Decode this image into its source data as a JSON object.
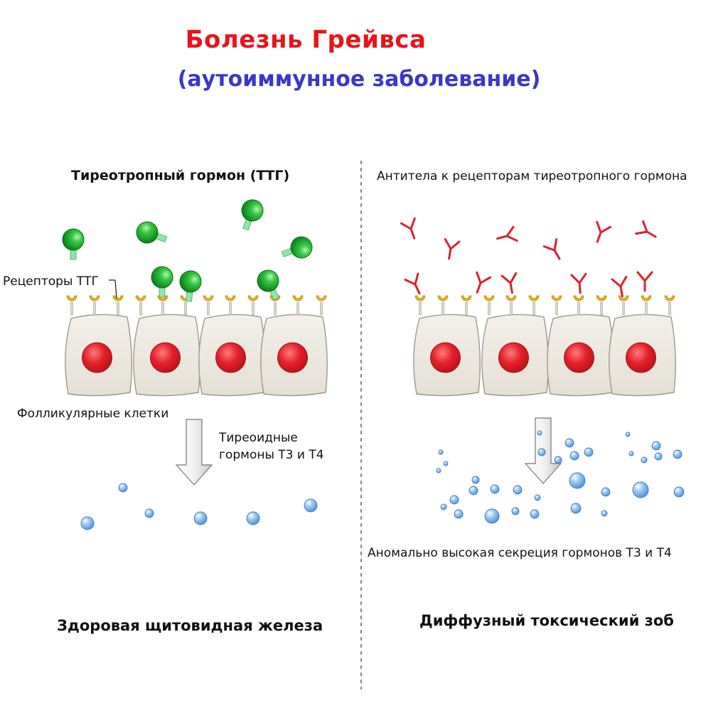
{
  "title": "Болезнь Грейвса",
  "subtitle": "(аутоиммунное заболевание)",
  "left": {
    "header": "Тиреотропный гормон (ТТГ)",
    "receptors_label": "Рецепторы ТТГ",
    "cells_label": "Фолликулярные клетки",
    "hormones_label_line1": "Тиреоидные",
    "hormones_label_line2": "гормоны Т3 и Т4",
    "caption": "Здоровая щитовидная железа"
  },
  "right": {
    "header": "Антитела к рецепторам тиреотропного гормона",
    "secretion_label": "Аномально высокая секреция гормонов Т3 и Т4",
    "caption": "Диффузный токсический зоб"
  },
  "colors": {
    "title": "#e8141b",
    "subtitle": "#3a37c9",
    "tsh": "#1fae2d",
    "antibody": "#d9232a",
    "receptor": "#f0b21a",
    "cell": "#ece9e1",
    "nucleus": "#e4202a",
    "hormone": "#6aa9e6"
  }
}
